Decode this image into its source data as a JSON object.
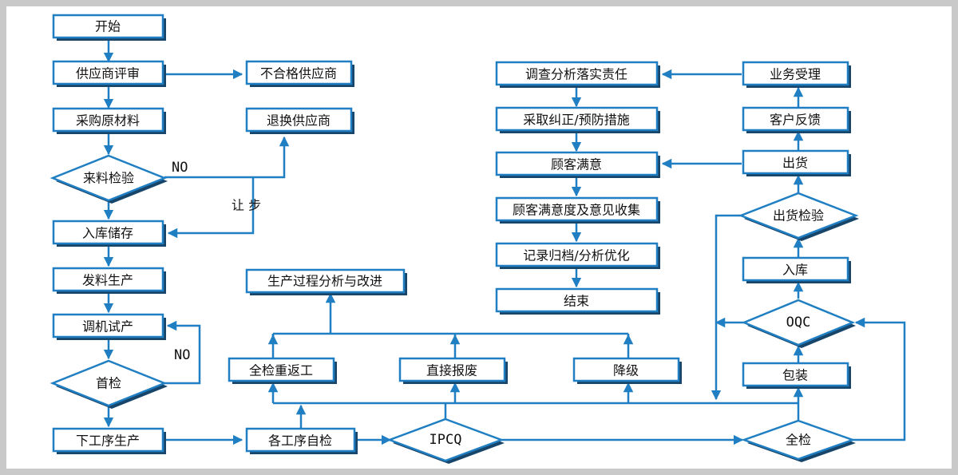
{
  "colors": {
    "line": "#1f7fc2",
    "shadow": "#18456a",
    "frame": "#c9c9c9",
    "background": "#ffffff"
  },
  "nodes": {
    "start": "开始",
    "supplier_review": "供应商评审",
    "unqualified_supplier": "不合格供应商",
    "purchase_materials": "采购原材料",
    "return_supplier": "退换供应商",
    "incoming_inspection": "来料检验",
    "warehousing_storage": "入库储存",
    "issue_production": "发料生产",
    "trial_production": "调机试产",
    "first_inspection": "首检",
    "next_process": "下工序生产",
    "self_inspection": "各工序自检",
    "ipcq": "IPCQ",
    "full_inspection": "全检",
    "rework": "全检重返工",
    "scrap": "直接报废",
    "downgrade": "降级",
    "process_improvement": "生产过程分析与改进",
    "packaging": "包装",
    "oqc": "OQC",
    "storage": "入库",
    "shipment_inspection": "出货检验",
    "shipment": "出货",
    "customer_feedback": "客户反馈",
    "business_acceptance": "业务受理",
    "investigation": "调查分析落实责任",
    "corrective_actions": "采取纠正/预防措施",
    "customer_satisfaction": "顾客满意",
    "satisfaction_collection": "顾客满意度及意见收集",
    "record_archive": "记录归档/分析优化",
    "end": "结束"
  },
  "labels": {
    "no_incoming": "NO",
    "concession": "让 步",
    "no_first_inspection": "NO"
  }
}
